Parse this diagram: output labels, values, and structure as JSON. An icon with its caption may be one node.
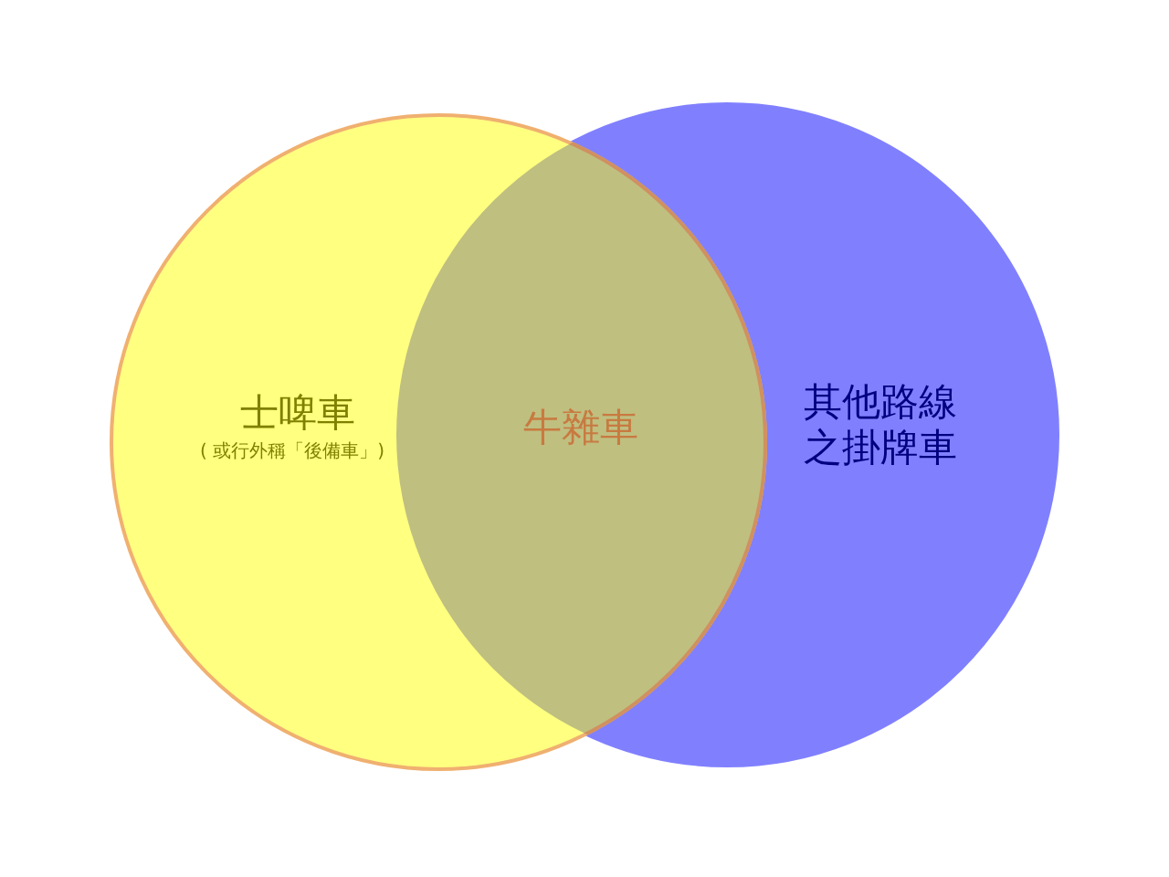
{
  "diagram": {
    "nodes": [
      {
        "text": [
          "士啤車",
          "( 或行外稱「後備車」)"
        ]
      },
      {
        "text": [
          "其他路線之掛牌車"
        ]
      }
    ],
    "labels": [
      "牛雜車"
    ]
  }
}
